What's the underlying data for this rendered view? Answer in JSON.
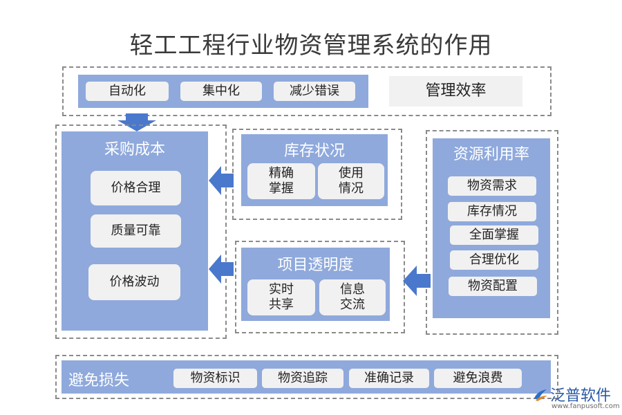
{
  "title": "轻工工程行业物资管理系统的作用",
  "top": {
    "items": [
      "自动化",
      "集中化",
      "减少错误"
    ],
    "label": "管理效率"
  },
  "procurement": {
    "title": "采购成本",
    "items": [
      "价格合理",
      "质量可靠",
      "价格波动"
    ]
  },
  "inventory": {
    "title": "库存状况",
    "items": [
      "精确\n掌握",
      "使用\n情况"
    ]
  },
  "transparency": {
    "title": "项目透明度",
    "items": [
      "实时\n共享",
      "信息\n交流"
    ]
  },
  "resource": {
    "title": "资源利用率",
    "items": [
      "物资需求",
      "库存情况",
      "全面掌握",
      "合理优化",
      "物资配置"
    ]
  },
  "bottom": {
    "label": "避免损失",
    "items": [
      "物资标识",
      "物资追踪",
      "准确记录",
      "避免浪费"
    ]
  },
  "logo": {
    "brand": "泛普软件",
    "url": "www.fanpusoft.com"
  },
  "colors": {
    "panel": "#8fa9dc",
    "arrow": "#4a78cc",
    "pill": "#f1f1f1"
  }
}
